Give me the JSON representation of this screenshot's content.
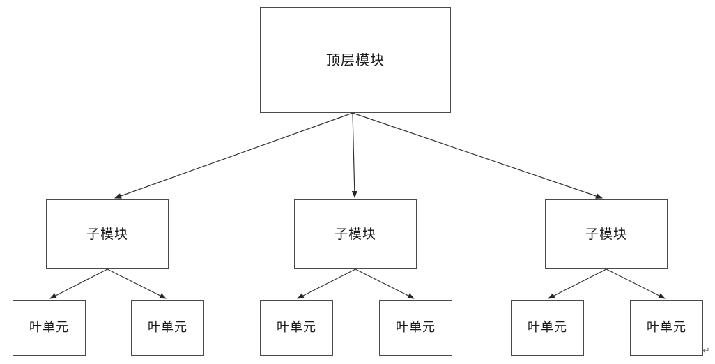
{
  "diagram": {
    "type": "hierarchy-tree",
    "title_text": "",
    "background_color": "#ffffff",
    "border_color": "#4a4a4a",
    "edge_color": "#333333",
    "text_color": "#1a1a1a",
    "root": {
      "label": "顶层模块"
    },
    "level2": [
      {
        "label": "子模块"
      },
      {
        "label": "子模块"
      },
      {
        "label": "子模块"
      }
    ],
    "level3": [
      {
        "label": "叶单元"
      },
      {
        "label": "叶单元"
      },
      {
        "label": "叶单元"
      },
      {
        "label": "叶单元"
      },
      {
        "label": "叶单元"
      },
      {
        "label": "叶单元"
      }
    ],
    "marks": {
      "paragraph_mark": "↵"
    }
  }
}
